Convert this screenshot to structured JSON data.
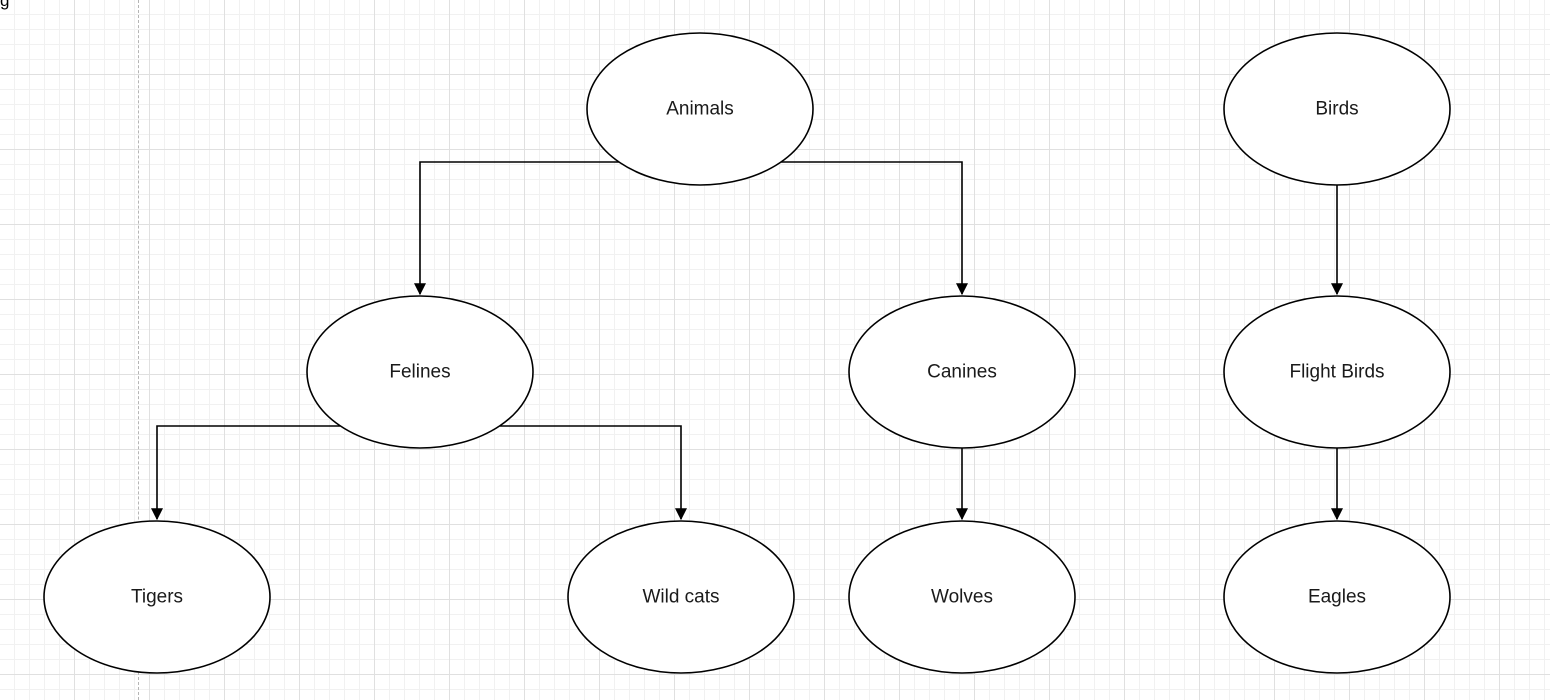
{
  "corner_text": "g",
  "nodes": {
    "animals": "Animals",
    "birds": "Birds",
    "felines": "Felines",
    "canines": "Canines",
    "flight_birds": "Flight Birds",
    "tigers": "Tigers",
    "wild_cats": "Wild cats",
    "wolves": "Wolves",
    "eagles": "Eagles"
  },
  "edges": [
    {
      "from": "animals",
      "to": "felines"
    },
    {
      "from": "animals",
      "to": "canines"
    },
    {
      "from": "felines",
      "to": "tigers"
    },
    {
      "from": "felines",
      "to": "wild_cats"
    },
    {
      "from": "canines",
      "to": "wolves"
    },
    {
      "from": "birds",
      "to": "flight_birds"
    },
    {
      "from": "flight_birds",
      "to": "eagles"
    }
  ],
  "colors": {
    "stroke": "#000000",
    "node_fill": "#ffffff",
    "grid": "#e0e0e0"
  }
}
